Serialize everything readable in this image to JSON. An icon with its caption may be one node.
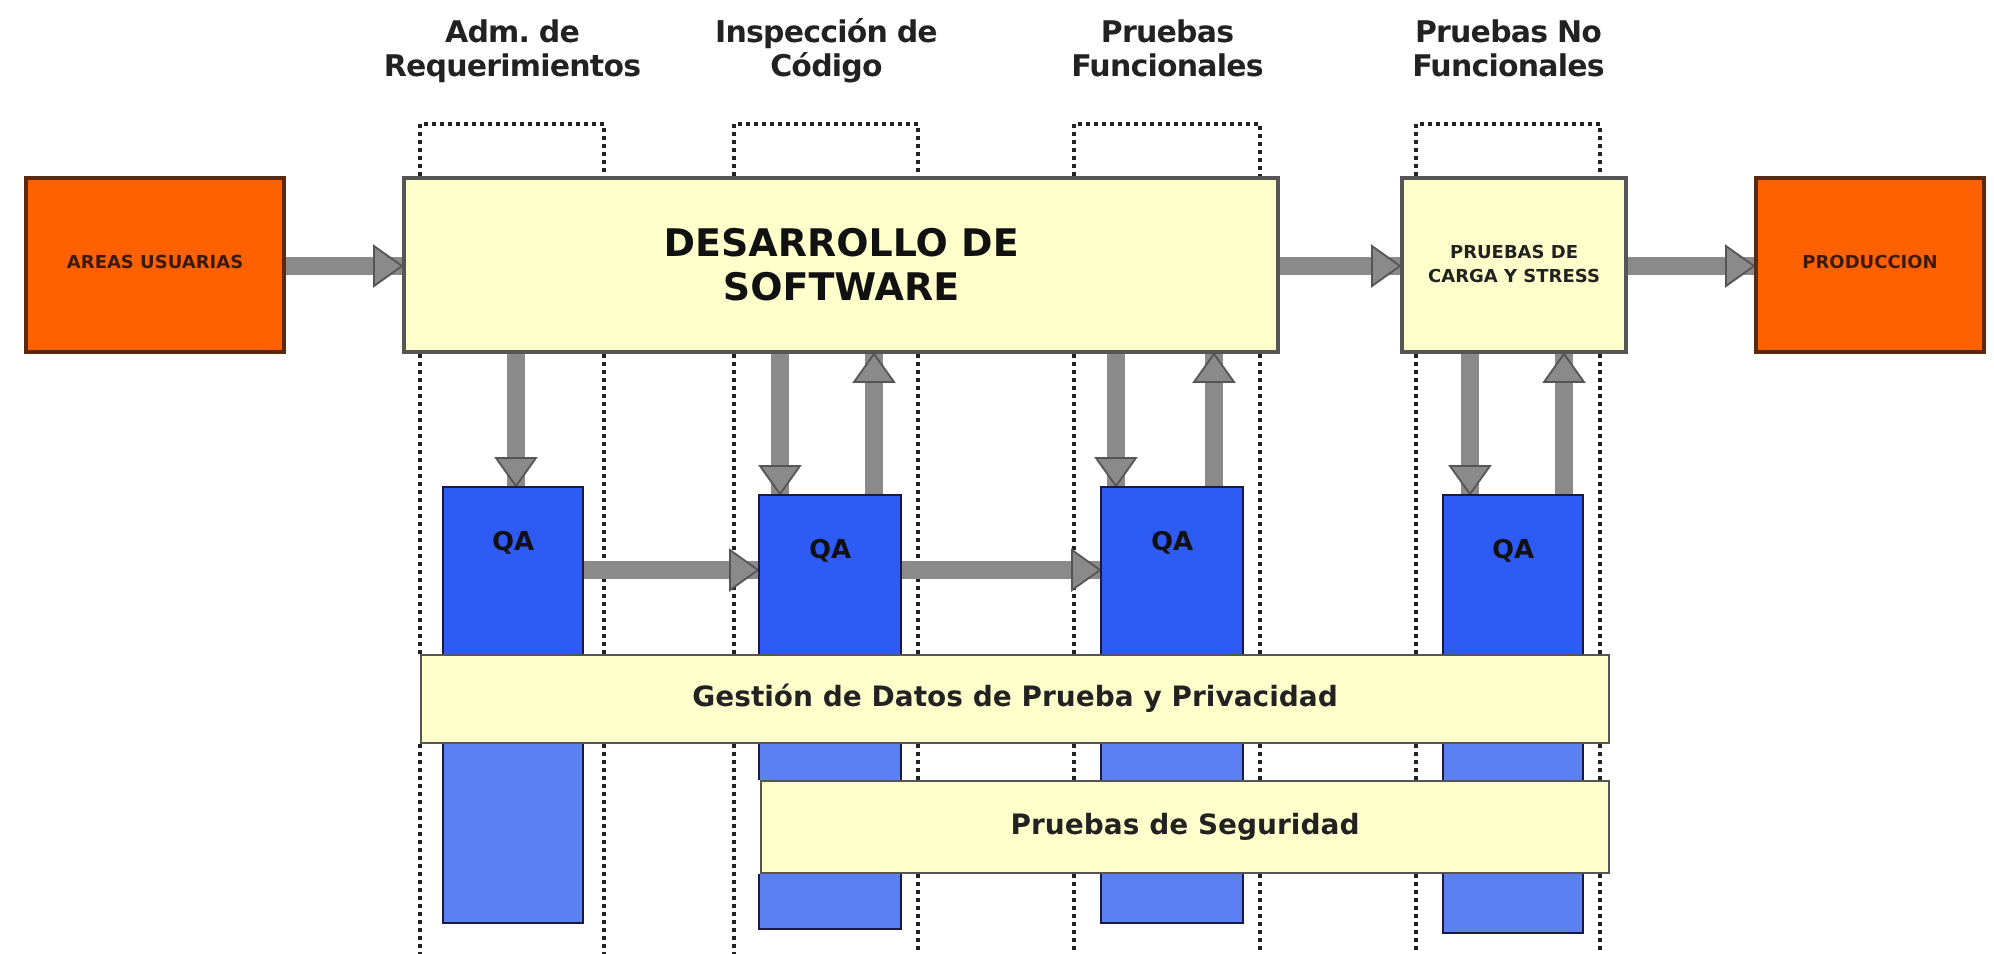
{
  "diagram": {
    "nodes": [
      {
        "text": [
          "AREAS USUARIAS"
        ]
      },
      {
        "text": [
          "DESARROLLO DE SOFTWARE"
        ]
      },
      {
        "text": [
          "PRUEBAS DE CARGA Y STRESS"
        ]
      },
      {
        "text": [
          "PRODUCCION"
        ]
      },
      {
        "text": [
          "QA"
        ]
      },
      {
        "text": [
          "QA"
        ]
      },
      {
        "text": [
          "QA"
        ]
      },
      {
        "text": [
          "QA"
        ]
      },
      {
        "text": [
          "Gestión de Datos de Prueba y Privacidad"
        ]
      },
      {
        "text": [
          "Pruebas de Seguridad"
        ]
      },
      {
        "text": [],
        "shape": "bar"
      },
      {
        "text": [],
        "shape": "bar"
      },
      {
        "text": [],
        "shape": "bar"
      },
      {
        "text": [],
        "shape": "bar"
      },
      {
        "text": [],
        "shape": "bar"
      },
      {
        "text": [],
        "shape": "bar"
      },
      {
        "text": [],
        "shape": "bar"
      }
    ],
    "edges": [
      {
        "from": 0,
        "to": 1,
        "arrow": "to"
      },
      {
        "from": 1,
        "to": 2,
        "arrow": "to"
      },
      {
        "from": 2,
        "to": 3,
        "arrow": "to"
      },
      {
        "from": 1,
        "to": 4,
        "arrow": "to"
      },
      {
        "from": 1,
        "to": 5,
        "arrow": "to"
      },
      {
        "from": 5,
        "to": 1,
        "arrow": "to"
      },
      {
        "from": 1,
        "to": 6,
        "arrow": "to"
      },
      {
        "from": 6,
        "to": 1,
        "arrow": "to"
      },
      {
        "from": 2,
        "to": 7,
        "arrow": "to"
      },
      {
        "from": 7,
        "to": 2,
        "arrow": "to"
      },
      {
        "from": 4,
        "to": 5,
        "arrow": "to"
      },
      {
        "from": 5,
        "to": 6,
        "arrow": "to"
      }
    ],
    "labels": [
      "Adm. de Requerimientos",
      "Inspección de Código",
      "Pruebas Funcionales",
      "Pruebas No Funcionales"
    ]
  }
}
